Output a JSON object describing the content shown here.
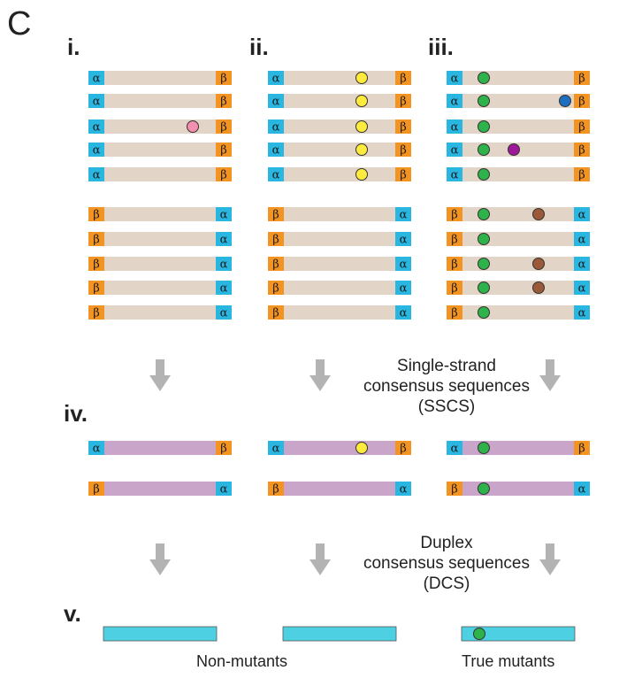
{
  "panel_label": "C",
  "section_labels": {
    "i": "i.",
    "ii": "ii.",
    "iii": "iii.",
    "iv": "iv.",
    "v": "v."
  },
  "tag_labels": {
    "alpha": "α",
    "beta": "β"
  },
  "captions": {
    "sscs": [
      "Single-strand",
      "consensus sequences",
      "(SSCS)"
    ],
    "dcs": [
      "Duplex",
      "consensus sequences",
      "(DCS)"
    ]
  },
  "outcomes": {
    "non_mutants": "Non-mutants",
    "true_mutants": "True mutants"
  },
  "colors": {
    "read_strand": "#e2d5c8",
    "sscs_strand": "#c9a5c9",
    "dcs_strand": "#4dd0e1",
    "alpha_tag": "#29b6e0",
    "beta_tag": "#f39321",
    "arrow": "#b3b3b3",
    "mutation_pink": "#f48fb1",
    "mutation_yellow": "#ffeb3b",
    "mutation_green": "#2db34a",
    "mutation_blue": "#1e6fc0",
    "mutation_magenta": "#a0189a",
    "mutation_brown": "#9a5a3a"
  },
  "families": [
    {
      "label": "i.",
      "top_strand_mutations": [
        [],
        [],
        [
          "pink"
        ],
        [],
        []
      ],
      "bottom_strand_mutations": [
        [],
        [],
        [],
        [],
        []
      ],
      "sscs_top": [],
      "sscs_bottom": [],
      "dcs": []
    },
    {
      "label": "ii.",
      "top_strand_mutations": [
        [
          "yellow"
        ],
        [
          "yellow"
        ],
        [
          "yellow"
        ],
        [
          "yellow"
        ],
        [
          "yellow"
        ]
      ],
      "bottom_strand_mutations": [
        [],
        [],
        [],
        [],
        []
      ],
      "sscs_top": [
        "yellow"
      ],
      "sscs_bottom": [],
      "dcs": []
    },
    {
      "label": "iii.",
      "top_strand_mutations": [
        [
          "green"
        ],
        [
          "green",
          "blue"
        ],
        [
          "green"
        ],
        [
          "green",
          "magenta"
        ],
        [
          "green"
        ]
      ],
      "bottom_strand_mutations": [
        [
          "green",
          "brown"
        ],
        [
          "green"
        ],
        [
          "green",
          "brown"
        ],
        [
          "green",
          "brown"
        ],
        [
          "green"
        ]
      ],
      "sscs_top": [
        "green"
      ],
      "sscs_bottom": [
        "green"
      ],
      "dcs": [
        "green"
      ]
    }
  ]
}
